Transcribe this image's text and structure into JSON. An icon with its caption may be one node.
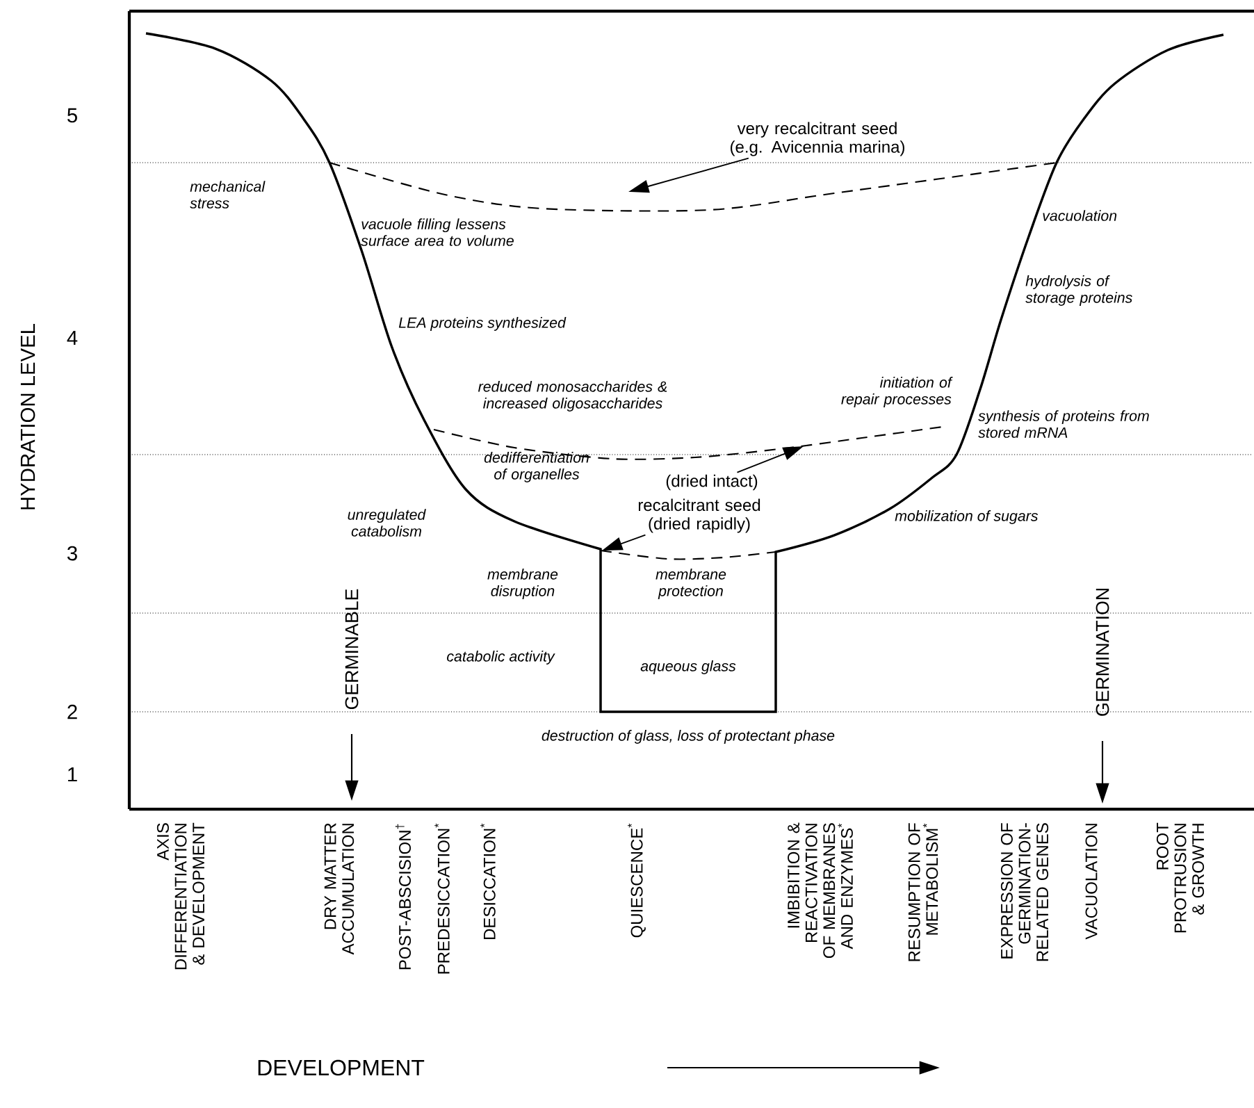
{
  "diagram": {
    "nodes": [
      {
        "text": [
          "very recalcitrant seed (e.g. Avicennia marina)"
        ]
      },
      {
        "text": [
          "(dried intact)"
        ]
      },
      {
        "text": [
          "recalcitrant seed (dried rapidly)"
        ]
      }
    ],
    "edges": [
      {
        "from": 0,
        "to": null,
        "arrow": "to"
      },
      {
        "from": 1,
        "to": null,
        "arrow": "to"
      },
      {
        "from": 2,
        "to": null,
        "arrow": "to"
      }
    ],
    "labels": [
      "5",
      "mechanical stress",
      "vacuole filling lessens surface area to volume",
      "vacuolation",
      "HYDRATION LEVEL",
      "4",
      "hydrolysis of storage proteins",
      "LEA proteins synthesized",
      "reduced monosaccharides & increased oligosaccharides",
      "initiation of repair processes",
      "synthesis of proteins from stored mRNA",
      "dedifferentiation of organelles",
      "unregulated catabolism",
      "3",
      "mobilization of sugars",
      "GERMINABLE",
      "membrane disruption",
      "membrane protection",
      "GERMINATION",
      "2",
      "catabolic activity",
      "aqueous glass",
      "destruction of glass, loss of protectant phase",
      "1",
      "AXIS DIFFERENTIATION & DEVELOPMENT",
      "DRY MATTER ACCUMULATION",
      "POST-ABSCISION$^{†}$",
      "PREDESICCATION$^{*}$",
      "DESICCATION$^{*}$",
      "QUIESCENCE$^{*}$",
      "IMBIBITION & REACTIVATION OF MEMBRANES AND ENZYMES$^{*}$",
      "RESUMPTION OF METABOLISM$^{*}$",
      "EXPRESSION OF GERMINATION-RELATED GENES",
      "VACUOLATION",
      "ROOT PROTRUSION & GROWTH",
      "DEVELOPMENT"
    ]
  }
}
